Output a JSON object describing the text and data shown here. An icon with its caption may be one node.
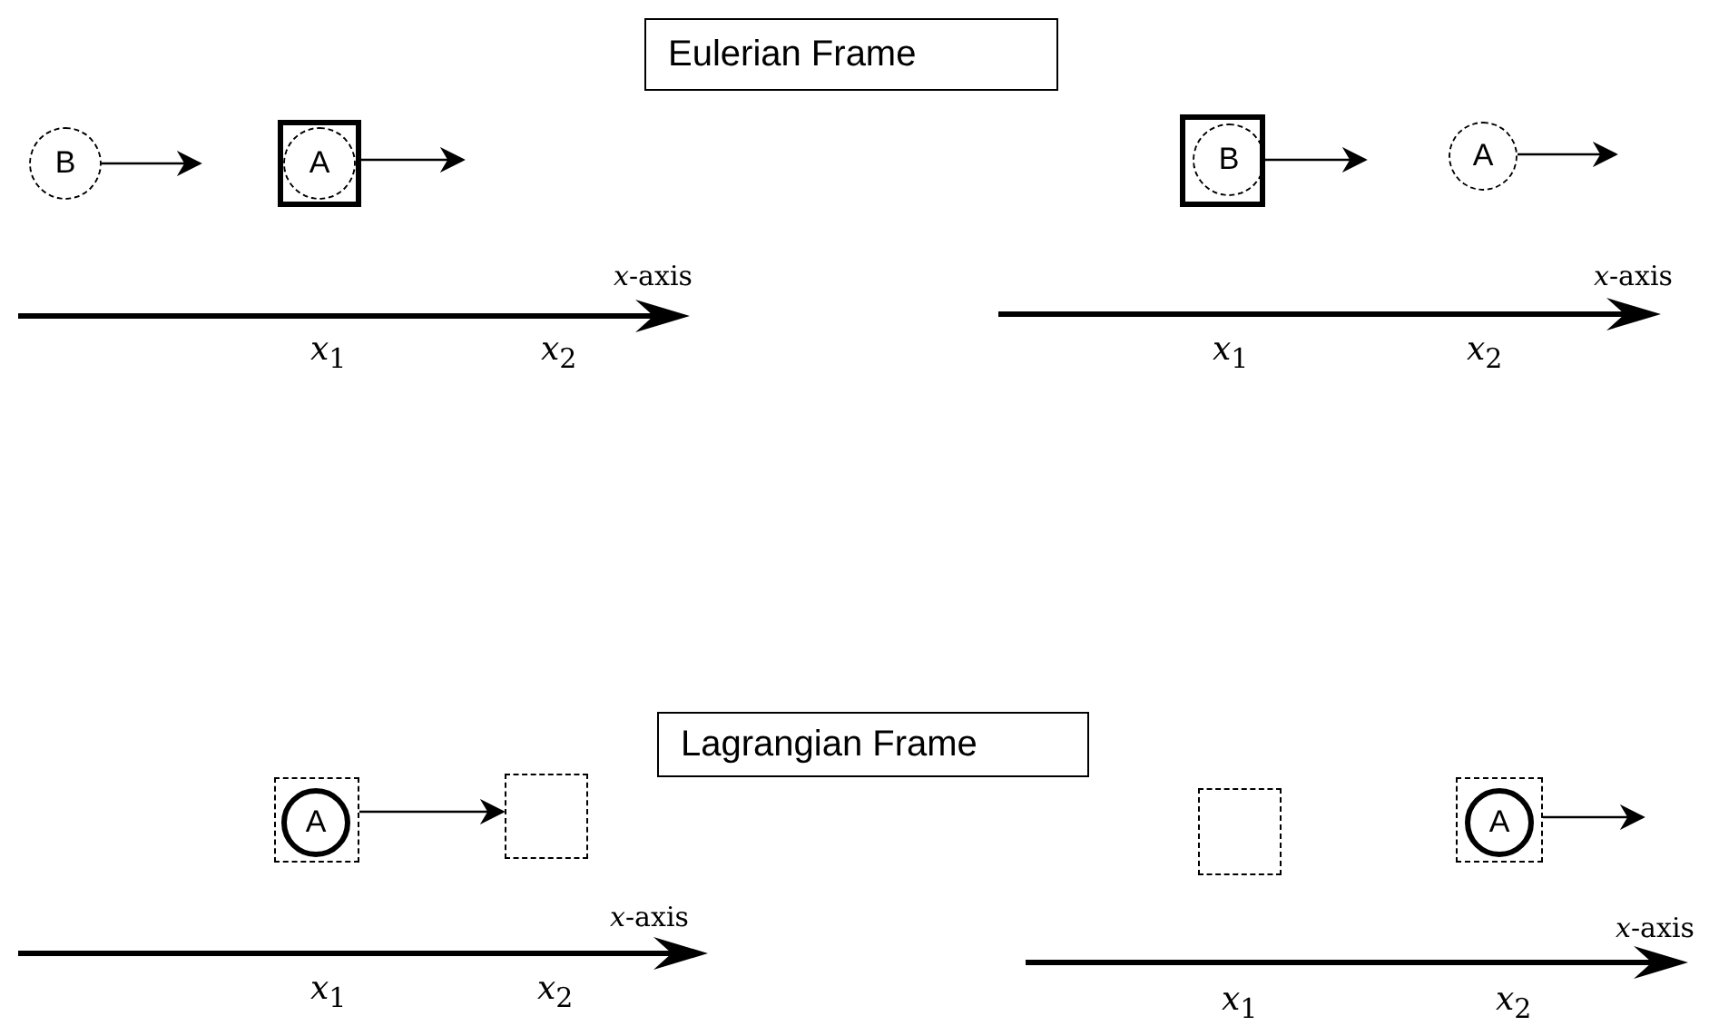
{
  "diagram": {
    "nodes": [
      {
        "text": [
          "Eulerian Frame"
        ]
      },
      {
        "text": [
          "B"
        ]
      },
      {
        "text": [],
        "shape": "box"
      },
      {
        "text": [
          "A"
        ],
        "in": 2
      },
      {
        "text": [],
        "shape": "box"
      },
      {
        "text": [
          "B"
        ],
        "in": 4
      },
      {
        "text": [
          "A"
        ]
      },
      {
        "text": [
          "Lagrangian Frame"
        ]
      },
      {
        "text": [],
        "shape": "box"
      },
      {
        "text": [
          "A"
        ],
        "in": 8
      },
      {
        "text": [],
        "shape": "box"
      },
      {
        "text": [],
        "shape": "box"
      },
      {
        "text": [],
        "shape": "box"
      },
      {
        "text": [
          "A"
        ],
        "in": 12
      }
    ],
    "edges": [
      {
        "from": 1,
        "to": null,
        "arrow": "to"
      },
      {
        "from": 2,
        "to": null,
        "arrow": "to"
      },
      {
        "from": 4,
        "to": null,
        "arrow": "to"
      },
      {
        "from": 6,
        "to": null,
        "arrow": "to"
      },
      {
        "from": 8,
        "to": 10,
        "arrow": "to"
      },
      {
        "from": 12,
        "to": null,
        "arrow": "to"
      }
    ],
    "labels": [
      "*x*-axis",
      "*x*-axis",
      "*x*$_{1}$",
      "*x*$_{2}$",
      "*x*$_{1}$",
      "*x*$_{2}$",
      "*x*-axis",
      "*x*$_{1}$",
      "*x*$_{2}$",
      "*x*-axis",
      "*x*$_{1}$",
      "*x*$_{2}$"
    ]
  }
}
